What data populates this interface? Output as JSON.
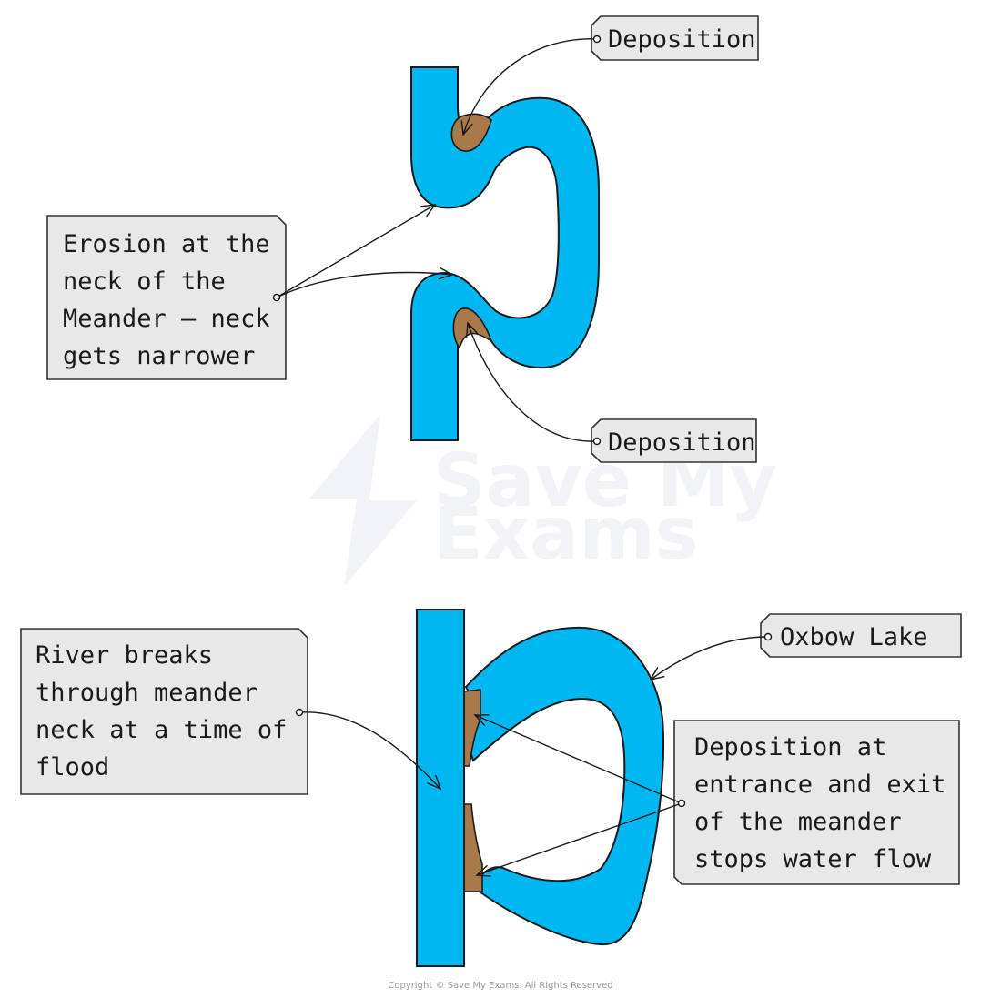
{
  "colors": {
    "water": "#00b7f1",
    "deposit": "#a87a4a",
    "label_fill": "#e8e8e8",
    "outline": "#1a1a1a"
  },
  "watermark": {
    "line1": "Save My",
    "line2": "Exams"
  },
  "copyright": "Copyright © Save My Exams. All Rights Reserved",
  "stage1": {
    "deposition_top": "Deposition",
    "deposition_bottom": "Deposition",
    "erosion": {
      "lines": [
        "Erosion at the",
        "neck of the",
        "Meander — neck",
        "gets narrower"
      ]
    }
  },
  "stage2": {
    "oxbow_lake": "Oxbow Lake",
    "breakthrough": {
      "lines": [
        "River breaks",
        "through meander",
        "neck at a time of",
        "flood"
      ]
    },
    "deposition_entrance": {
      "lines": [
        "Deposition at",
        "entrance and exit",
        "of the meander",
        "stops water flow"
      ]
    }
  }
}
